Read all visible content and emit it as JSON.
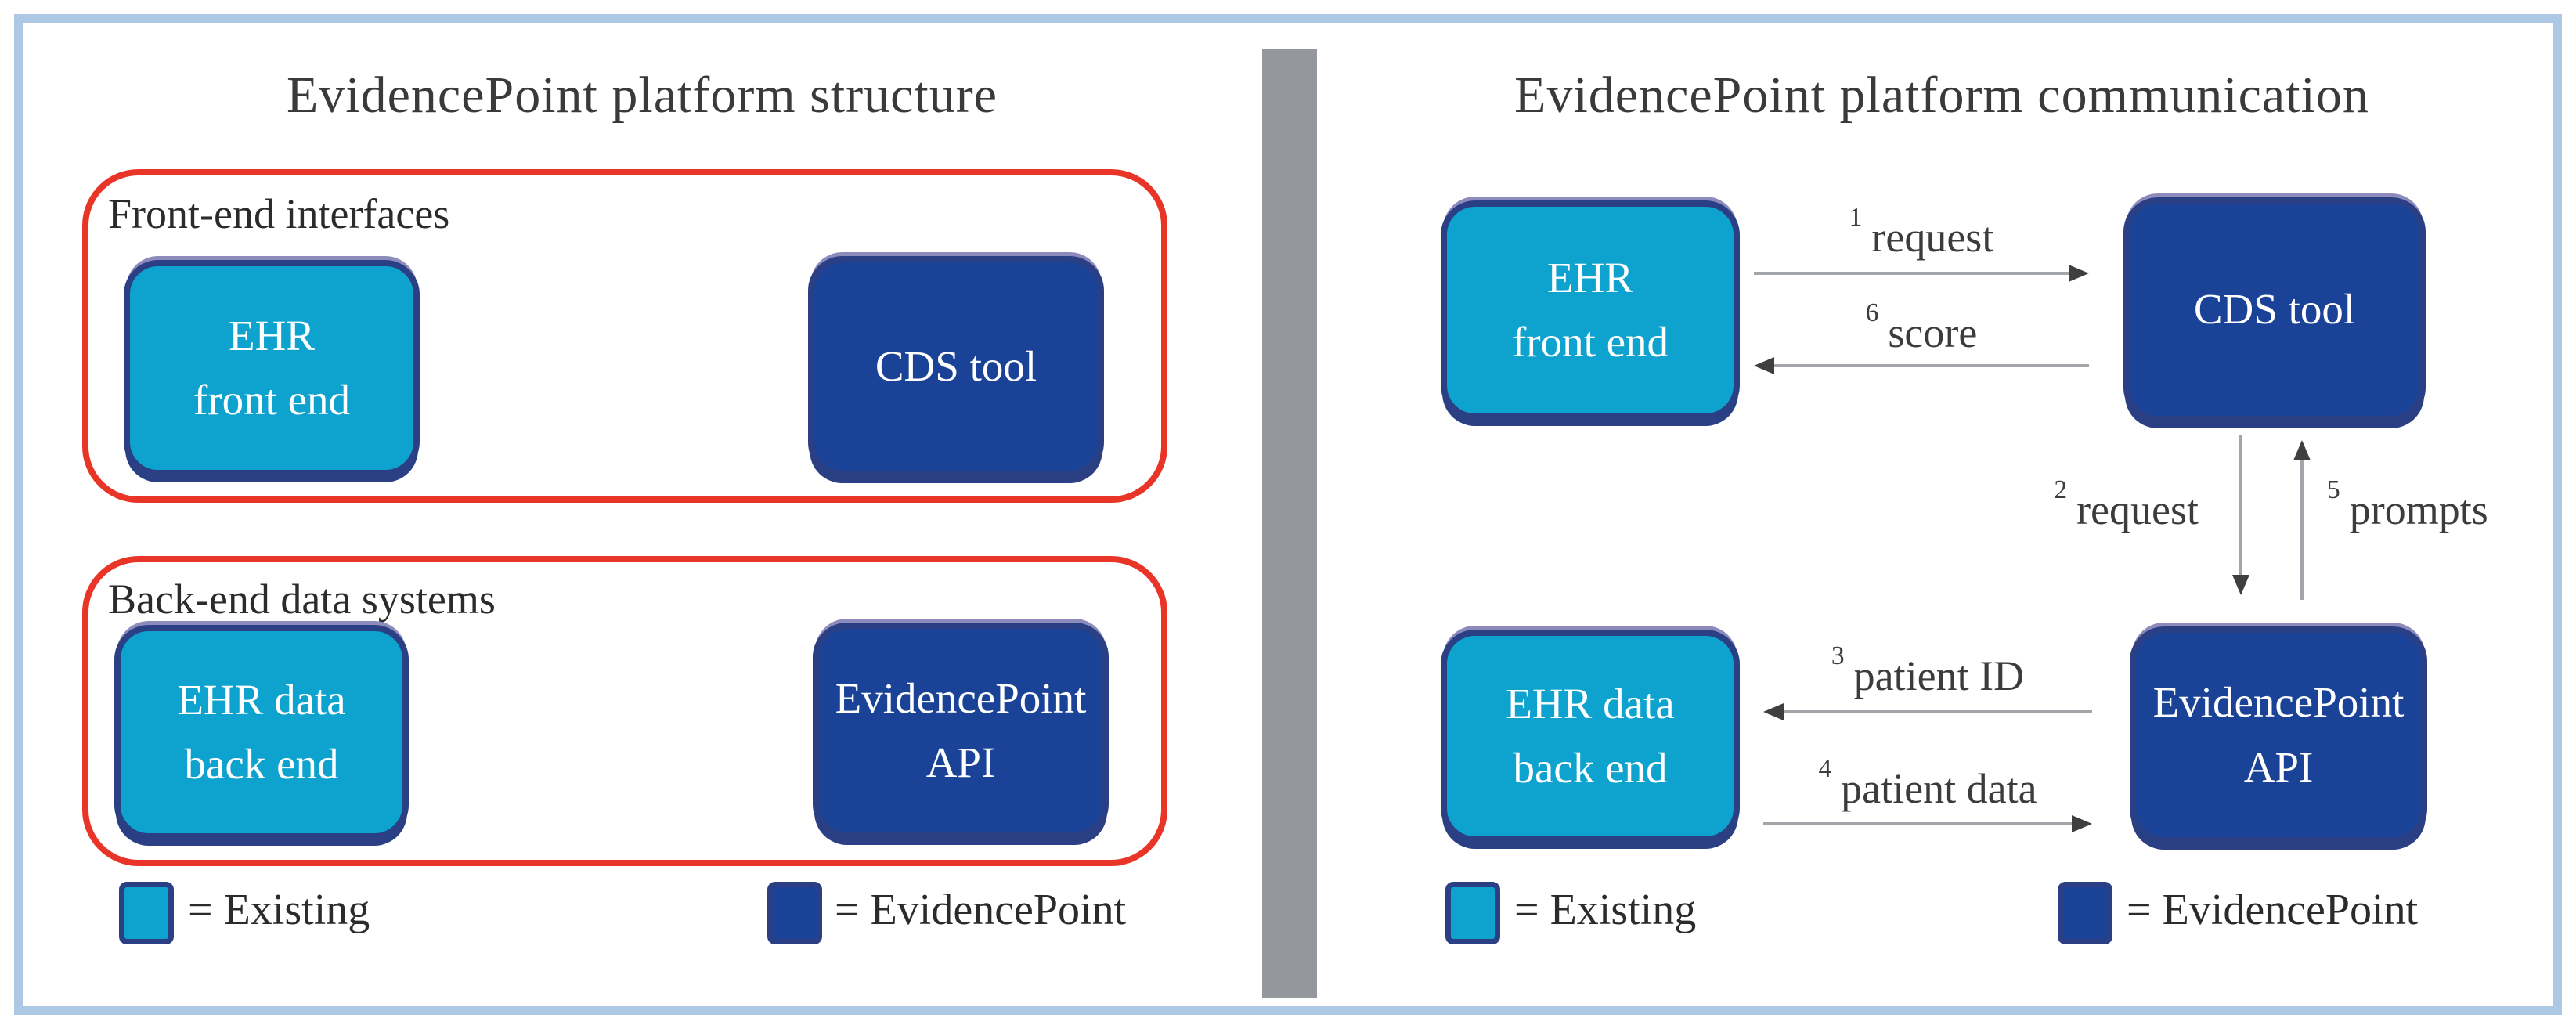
{
  "colors": {
    "existing_fill": "#0ea3ce",
    "ep_fill": "#1a4397",
    "outline_navy": "#2b4084",
    "red_outline": "#e93528",
    "frame_blue": "#adc8e5",
    "divider_gray": "#94989d",
    "arrow_line": "#a2a6aa",
    "arrow_head": "#3f3f3f",
    "text_dark": "#3a3a3a",
    "box_text": "#ffffff"
  },
  "left": {
    "title": "EvidencePoint platform structure",
    "front_group": {
      "label": "Front-end interfaces",
      "ehr_front_end": {
        "line1": "EHR",
        "line2": "front end"
      },
      "cds_tool": {
        "line1": "CDS tool"
      }
    },
    "back_group": {
      "label": "Back-end data systems",
      "ehr_data_back_end": {
        "line1": "EHR data",
        "line2": "back end"
      },
      "evidencepoint_api": {
        "line1": "EvidencePoint",
        "line2": "API"
      }
    },
    "legend": {
      "existing": "= Existing",
      "evidencepoint": "= EvidencePoint"
    }
  },
  "right": {
    "title": "EvidencePoint platform communication",
    "nodes": {
      "ehr_front_end": {
        "line1": "EHR",
        "line2": "front end"
      },
      "cds_tool": {
        "line1": "CDS tool"
      },
      "ehr_data_back_end": {
        "line1": "EHR data",
        "line2": "back end"
      },
      "evidencepoint_api": {
        "line1": "EvidencePoint",
        "line2": "API"
      }
    },
    "flows": {
      "f1": {
        "num": "1",
        "label": "request"
      },
      "f2": {
        "num": "2",
        "label": "request"
      },
      "f3": {
        "num": "3",
        "label": "patient ID"
      },
      "f4": {
        "num": "4",
        "label": "patient data"
      },
      "f5": {
        "num": "5",
        "label": "prompts"
      },
      "f6": {
        "num": "6",
        "label": "score"
      }
    },
    "legend": {
      "existing": "= Existing",
      "evidencepoint": "= EvidencePoint"
    }
  }
}
